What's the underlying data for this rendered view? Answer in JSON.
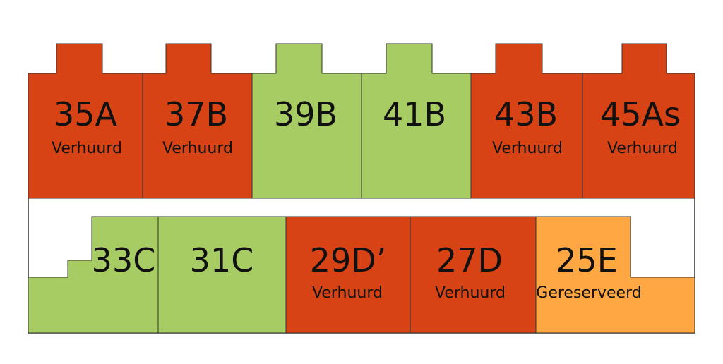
{
  "colors": {
    "verhuurd": "#d84315",
    "beschikbaar": "#a8cc64",
    "gereserveerd": "#ffa843",
    "outline": "#333333"
  },
  "units": [
    {
      "id": "35A",
      "label": "35A",
      "status_text": "Verhuurd",
      "status": "verhuurd"
    },
    {
      "id": "37B",
      "label": "37B",
      "status_text": "Verhuurd",
      "status": "verhuurd"
    },
    {
      "id": "39B",
      "label": "39B",
      "status_text": "",
      "status": "beschikbaar"
    },
    {
      "id": "41B",
      "label": "41B",
      "status_text": "",
      "status": "beschikbaar"
    },
    {
      "id": "43B",
      "label": "43B",
      "status_text": "Verhuurd",
      "status": "verhuurd"
    },
    {
      "id": "45As",
      "label": "45As",
      "status_text": "Verhuurd",
      "status": "verhuurd"
    },
    {
      "id": "33C",
      "label": "33C",
      "status_text": "",
      "status": "beschikbaar"
    },
    {
      "id": "31C",
      "label": "31C",
      "status_text": "",
      "status": "beschikbaar"
    },
    {
      "id": "29D",
      "label": "29D’",
      "status_text": "Verhuurd",
      "status": "verhuurd"
    },
    {
      "id": "27D",
      "label": "27D",
      "status_text": "Verhuurd",
      "status": "verhuurd"
    },
    {
      "id": "25E",
      "label": "25E",
      "status_text": "Gereserveerd",
      "status": "gereserveerd"
    }
  ]
}
